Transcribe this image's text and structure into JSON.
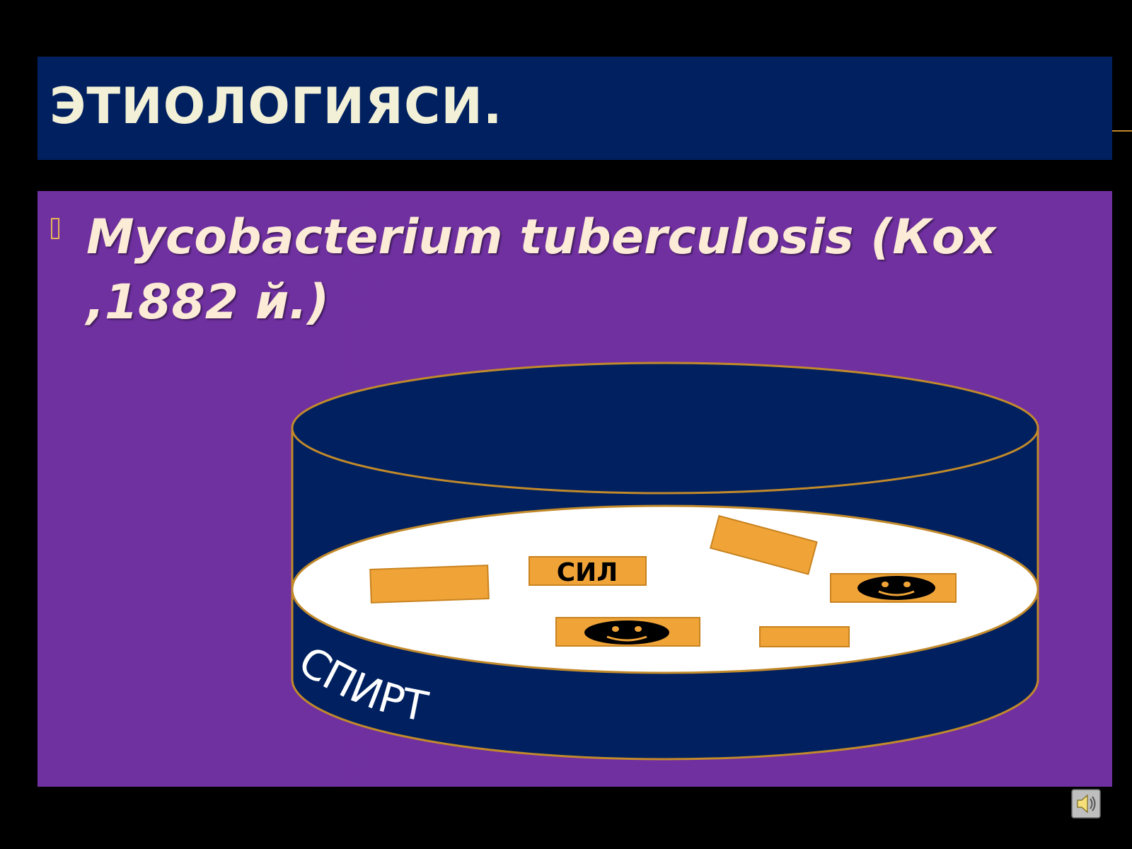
{
  "slide": {
    "title": "ЭТИОЛОГИЯСИ.",
    "bullets": [
      {
        "text": "Mycobacterium tuberculosis (Кох ,1882 й.)",
        "icon": "bullet-square-icon"
      }
    ]
  },
  "diagram": {
    "rod_label": "СИЛ",
    "dish_label": "СПИРТ"
  },
  "icons": {
    "sound": "speaker-icon"
  },
  "colors": {
    "background": "#000000",
    "title_bar": "#002060",
    "title_text": "#f2f0d6",
    "content_panel": "#7030a0",
    "dish": "#002060",
    "dish_outline": "#c28a2a",
    "medium": "#ffffff",
    "rod": "#f0a438",
    "bullet_text": "#fcebd6"
  }
}
